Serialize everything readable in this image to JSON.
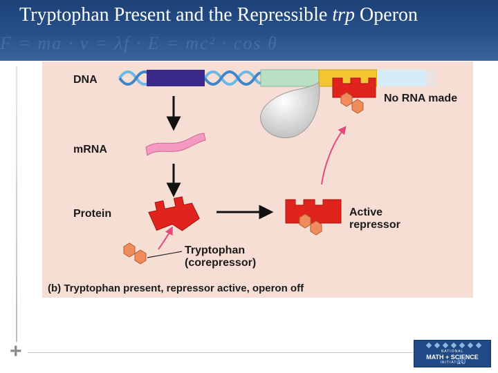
{
  "slide": {
    "title_prefix": "Tryptophan Present and the Repressible",
    "title_gene": "trp",
    "title_suffix": "Operon",
    "page_number": "10"
  },
  "logo": {
    "line1": "NATIONAL",
    "line2": "MATH + SCIENCE",
    "line3": "INITIATIVE"
  },
  "figure": {
    "dna_label": "DNA",
    "mrna_label": "mRNA",
    "protein_label": "Protein",
    "no_rna_label": "No RNA made",
    "active_repressor_label": "Active\nrepressor",
    "tryptophan_label": "Tryptophan\n(corepressor)",
    "caption": "(b) Tryptophan present, repressor active, operon off"
  },
  "colors": {
    "figure_background": "#f7ded4",
    "regulatory_gene": "#3b2a8c",
    "promoter": "#b9e0c2",
    "operator": "#f2c531",
    "structural_genes": "#d6ecfa",
    "repressor": "#e0231c",
    "tryptophan": "#f08b5b",
    "mrna": "#f49ac1",
    "rna_polymerase": "#e6e6e6",
    "arrow_pink": "#e5487d",
    "title_bar": "#27508a"
  }
}
